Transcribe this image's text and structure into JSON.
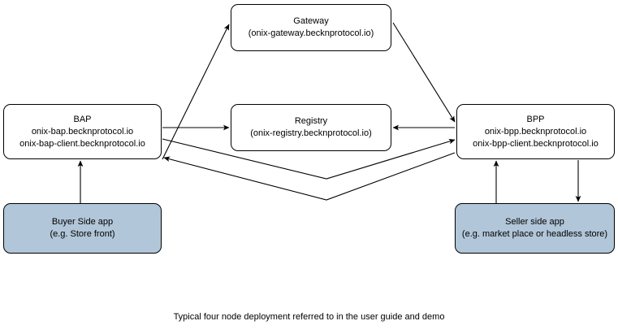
{
  "diagram": {
    "caption": "Typical four node deployment referred to in the user guide and demo",
    "fill_color": "#b1c6d8",
    "line_color": "#000000",
    "nodes": [
      {
        "id": "gateway",
        "title": "Gateway",
        "subtitle": "(onix-gateway.becknprotocol.io)",
        "detail": ""
      },
      {
        "id": "bap",
        "title": "BAP",
        "subtitle": "onix-bap.becknprotocol.io",
        "detail": "onix-bap-client.becknprotocol.io"
      },
      {
        "id": "registry",
        "title": "Registry",
        "subtitle": "(onix-registry.becknprotocol.io)",
        "detail": ""
      },
      {
        "id": "bpp",
        "title": "BPP",
        "subtitle": "onix-bpp.becknprotocol.io",
        "detail": "onix-bpp-client.becknprotocol.io"
      },
      {
        "id": "buyerapp",
        "title": "Buyer Side app",
        "subtitle": "(e.g. Store front)",
        "detail": ""
      },
      {
        "id": "sellerapp",
        "title": "Seller side app",
        "subtitle": "(e.g. market place or headless store)",
        "detail": ""
      }
    ],
    "edges": [
      {
        "from": "bap",
        "to": "gateway",
        "style": "diagonal",
        "direction": "one-way"
      },
      {
        "from": "gateway",
        "to": "bpp",
        "style": "diagonal",
        "direction": "one-way"
      },
      {
        "from": "bap",
        "to": "registry",
        "style": "horizontal",
        "direction": "one-way"
      },
      {
        "from": "bpp",
        "to": "registry",
        "style": "horizontal",
        "direction": "one-way"
      },
      {
        "from": "bap",
        "to": "bpp",
        "style": "elbow-v",
        "direction": "one-way"
      },
      {
        "from": "bpp",
        "to": "bap",
        "style": "elbow-v",
        "direction": "one-way"
      },
      {
        "from": "buyerapp",
        "to": "bap",
        "style": "vertical",
        "direction": "one-way"
      },
      {
        "from": "sellerapp",
        "to": "bpp",
        "style": "vertical",
        "direction": "one-way"
      },
      {
        "from": "bpp",
        "to": "sellerapp",
        "style": "vertical",
        "direction": "one-way"
      }
    ]
  }
}
